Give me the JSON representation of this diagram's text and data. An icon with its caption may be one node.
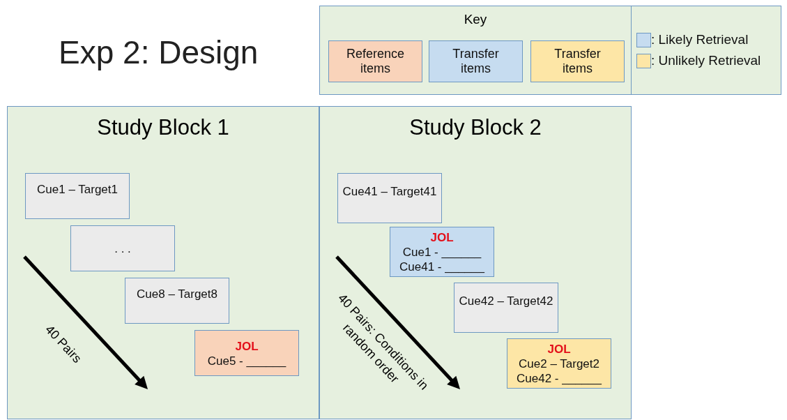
{
  "diagram": {
    "title": "Exp 2: Design",
    "nodes": [
      {
        "text": [
          "Key"
        ]
      },
      {
        "text": [
          "Reference items"
        ],
        "in": 0
      },
      {
        "text": [
          "Transfer items"
        ],
        "in": 0
      },
      {
        "text": [
          "Transfer items"
        ],
        "in": 0
      },
      {
        "text": [
          "Study Block 1"
        ]
      },
      {
        "text": [
          "Cue1 – Target1"
        ],
        "in": 4
      },
      {
        "text": [
          ". . ."
        ],
        "in": 4
      },
      {
        "text": [
          "Cue8 – Target8"
        ],
        "in": 4
      },
      {
        "text": [
          "JOL",
          "Cue5 - ______"
        ],
        "in": 4
      },
      {
        "text": [
          "Study Block 2"
        ]
      },
      {
        "text": [
          "Cue41 – Target41"
        ],
        "in": 9
      },
      {
        "text": [
          "JOL",
          "Cue1 - ______",
          "Cue41 - ______"
        ],
        "in": 9
      },
      {
        "text": [
          "Cue42 – Target42"
        ],
        "in": 9
      },
      {
        "text": [
          "JOL",
          "Cue2 – Target2",
          "Cue42 - ______"
        ],
        "in": 9
      }
    ],
    "edges": [],
    "labels": [
      "40 Pairs",
      "40 Pairs: Conditions in random order"
    ],
    "legend": [
      {
        "text": ": Likely Retrieval",
        "color": "#c6dcf0"
      },
      {
        "text": ": Unlikely Retrieval",
        "color": "#fde6a6"
      }
    ]
  }
}
